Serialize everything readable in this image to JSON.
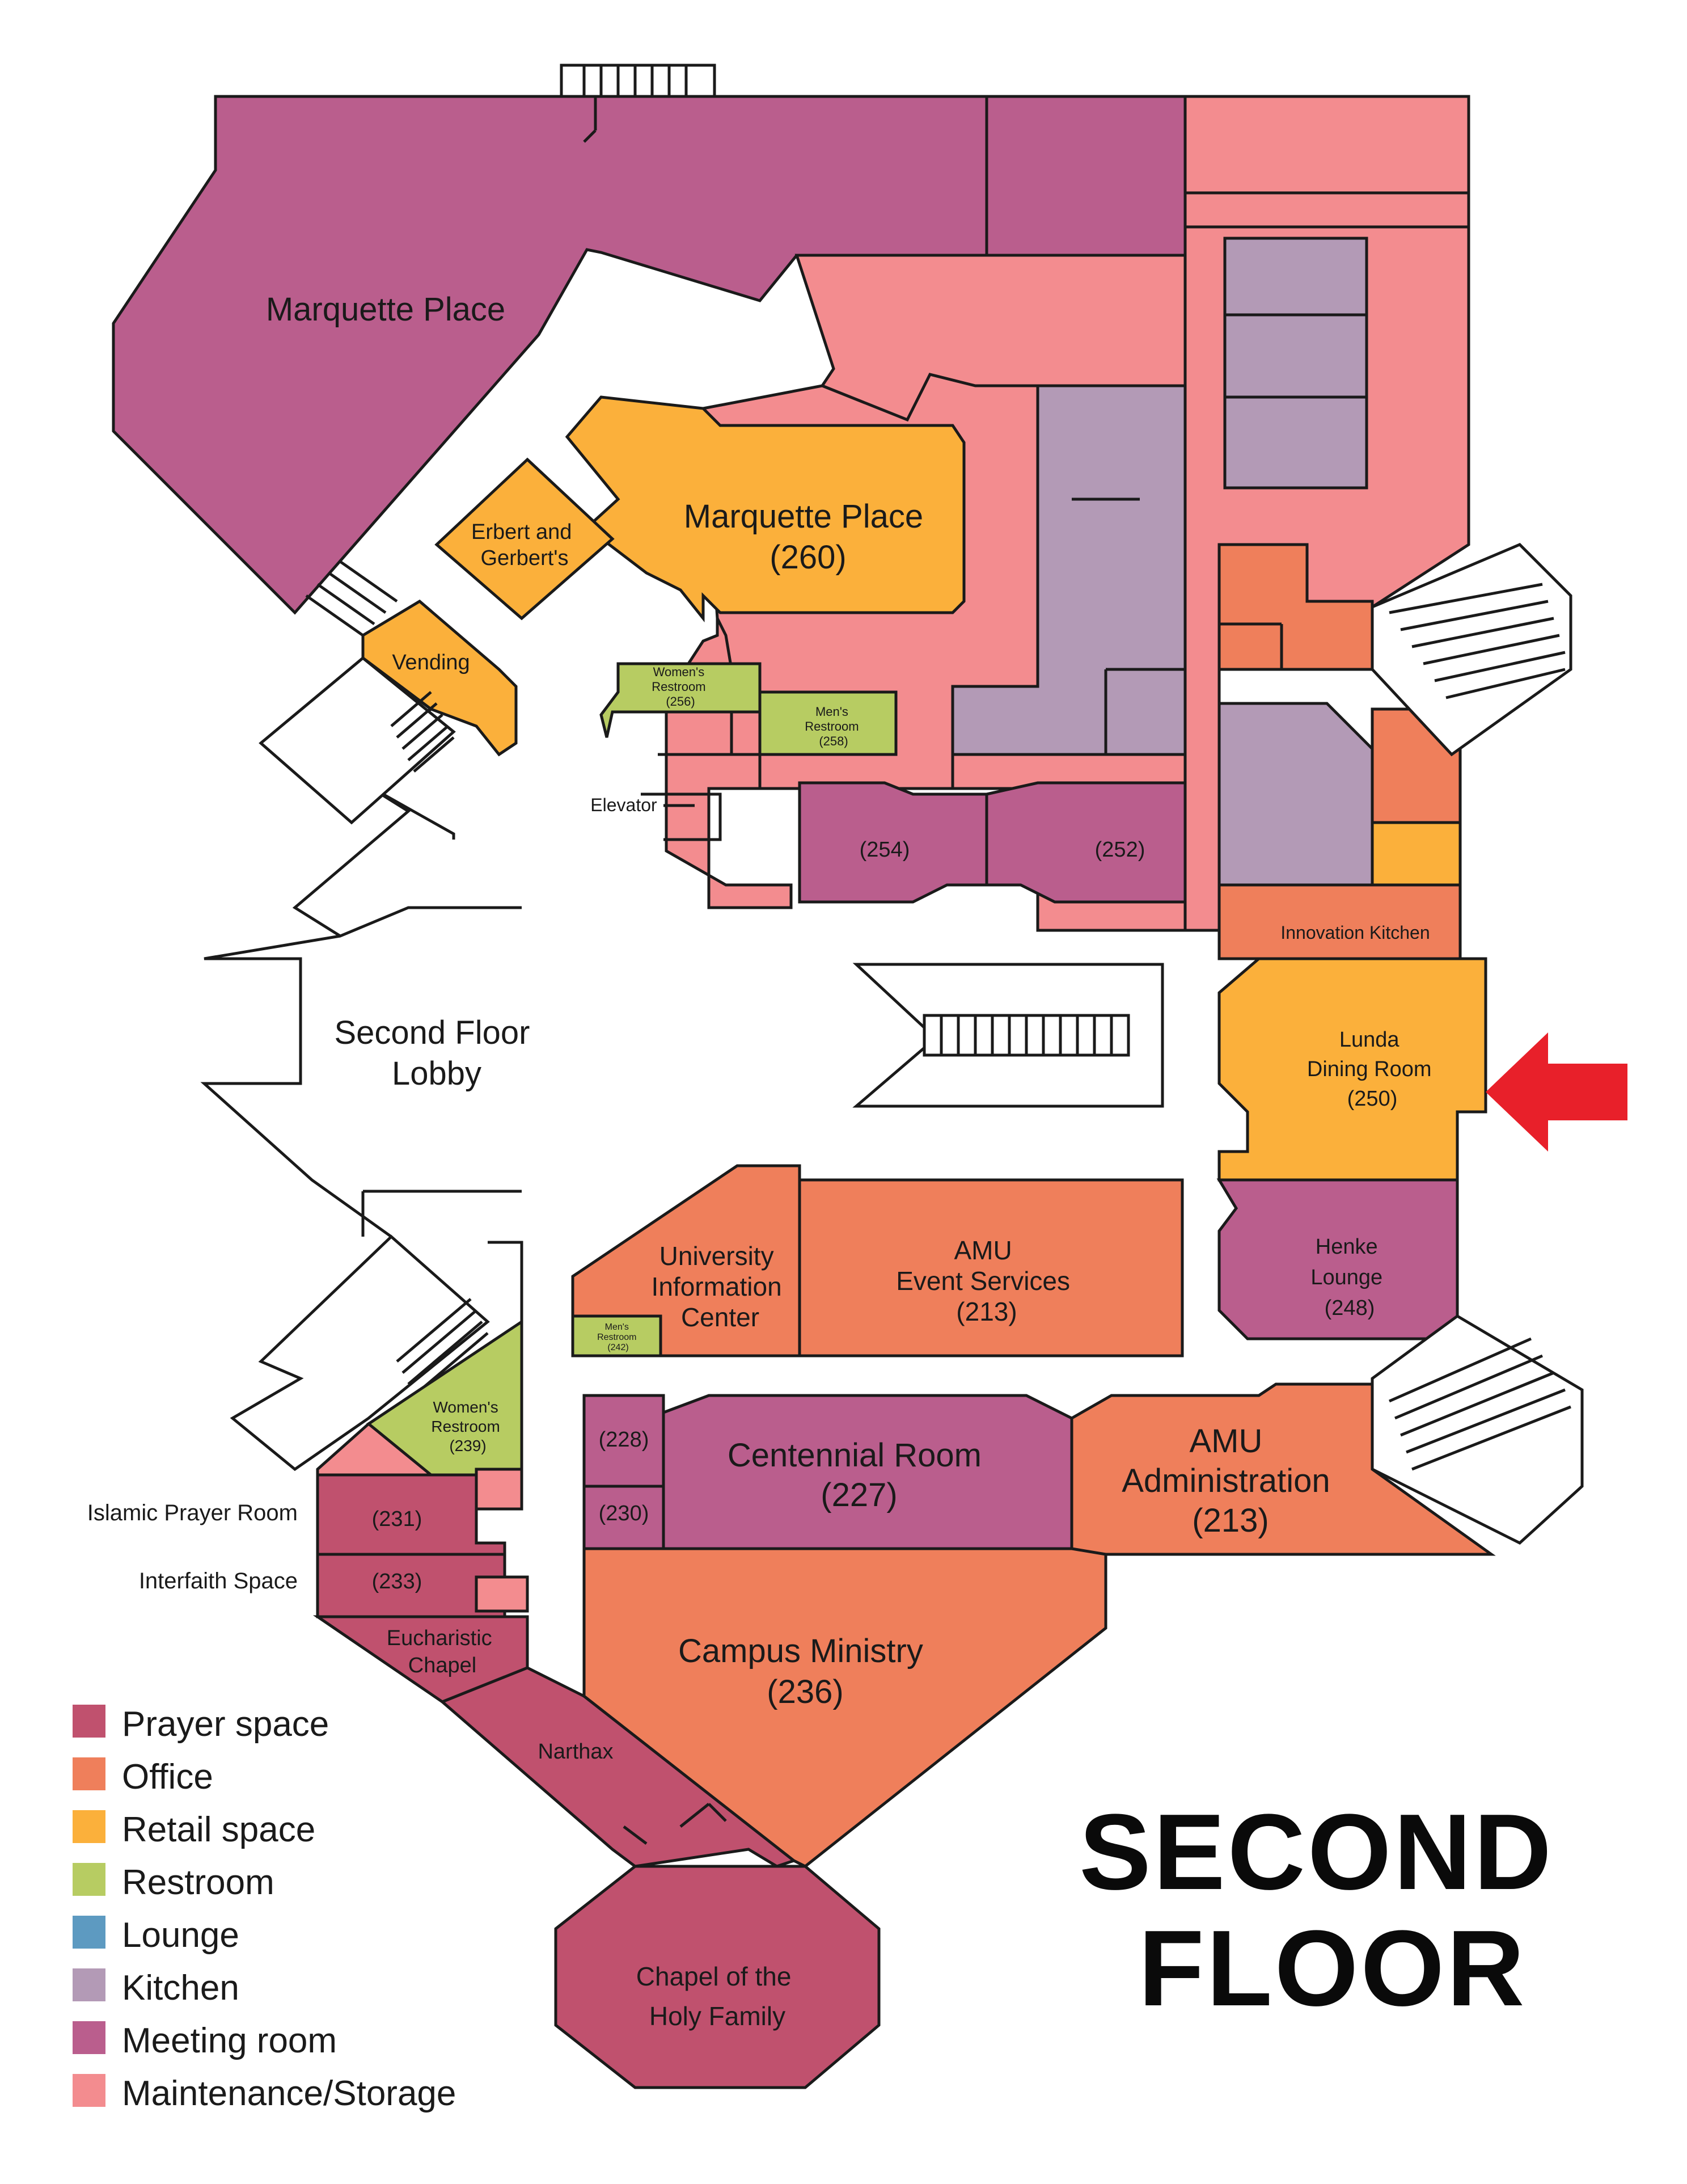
{
  "title": [
    "SECOND",
    "FLOOR"
  ],
  "colors": {
    "prayer": "#c0516e",
    "office": "#ef7f5b",
    "retail": "#fbb03b",
    "restroom": "#b7cc62",
    "lounge": "#5d9ac1",
    "kitchen": "#b39ab6",
    "meeting": "#ba5e8d",
    "maintenance": "#f38c8f",
    "arrow": "#e8202a"
  },
  "rooms": {
    "marquette_place": "Marquette Place",
    "marquette_place_260": [
      "Marquette Place",
      "(260)"
    ],
    "erbert_gerberts": [
      "Erbert and",
      "Gerbert's"
    ],
    "vending": "Vending",
    "womens_256": [
      "Women's",
      "Restroom",
      "(256)"
    ],
    "mens_258": [
      "Men's",
      "Restroom",
      "(258)"
    ],
    "elevator": "Elevator",
    "room_254": "(254)",
    "room_252": "(252)",
    "innovation_kitchen": "Innovation Kitchen",
    "lobby": [
      "Second Floor",
      "Lobby"
    ],
    "lunda": [
      "Lunda",
      "Dining Room",
      "(250)"
    ],
    "uic": [
      "University",
      "Information",
      "Center"
    ],
    "mens_242": [
      "Men's",
      "Restroom",
      "(242)"
    ],
    "amu_event": [
      "AMU",
      "Event Services",
      "(213)"
    ],
    "henke": [
      "Henke",
      "Lounge",
      "(248)"
    ],
    "womens_239": [
      "Women's",
      "Restroom",
      "(239)"
    ],
    "room_228": "(228)",
    "room_230": "(230)",
    "centennial": [
      "Centennial Room",
      "(227)"
    ],
    "amu_admin": [
      "AMU",
      "Administration",
      "(213)"
    ],
    "room_231": "(231)",
    "room_233": "(233)",
    "islamic_prayer": "Islamic Prayer Room",
    "interfaith": "Interfaith Space",
    "eucharistic": [
      "Eucharistic",
      "Chapel"
    ],
    "narthax": "Narthax",
    "campus_ministry": [
      "Campus Ministry",
      "(236)"
    ],
    "chapel_holy_family": [
      "Chapel of the",
      "Holy Family"
    ]
  },
  "legend": [
    {
      "label": "Prayer space",
      "color": "#c0516e"
    },
    {
      "label": "Office",
      "color": "#ef7f5b"
    },
    {
      "label": "Retail space",
      "color": "#fbb03b"
    },
    {
      "label": "Restroom",
      "color": "#b7cc62"
    },
    {
      "label": "Lounge",
      "color": "#5d9ac1"
    },
    {
      "label": "Kitchen",
      "color": "#b39ab6"
    },
    {
      "label": "Meeting room",
      "color": "#ba5e8d"
    },
    {
      "label": "Maintenance/Storage",
      "color": "#f38c8f"
    }
  ]
}
